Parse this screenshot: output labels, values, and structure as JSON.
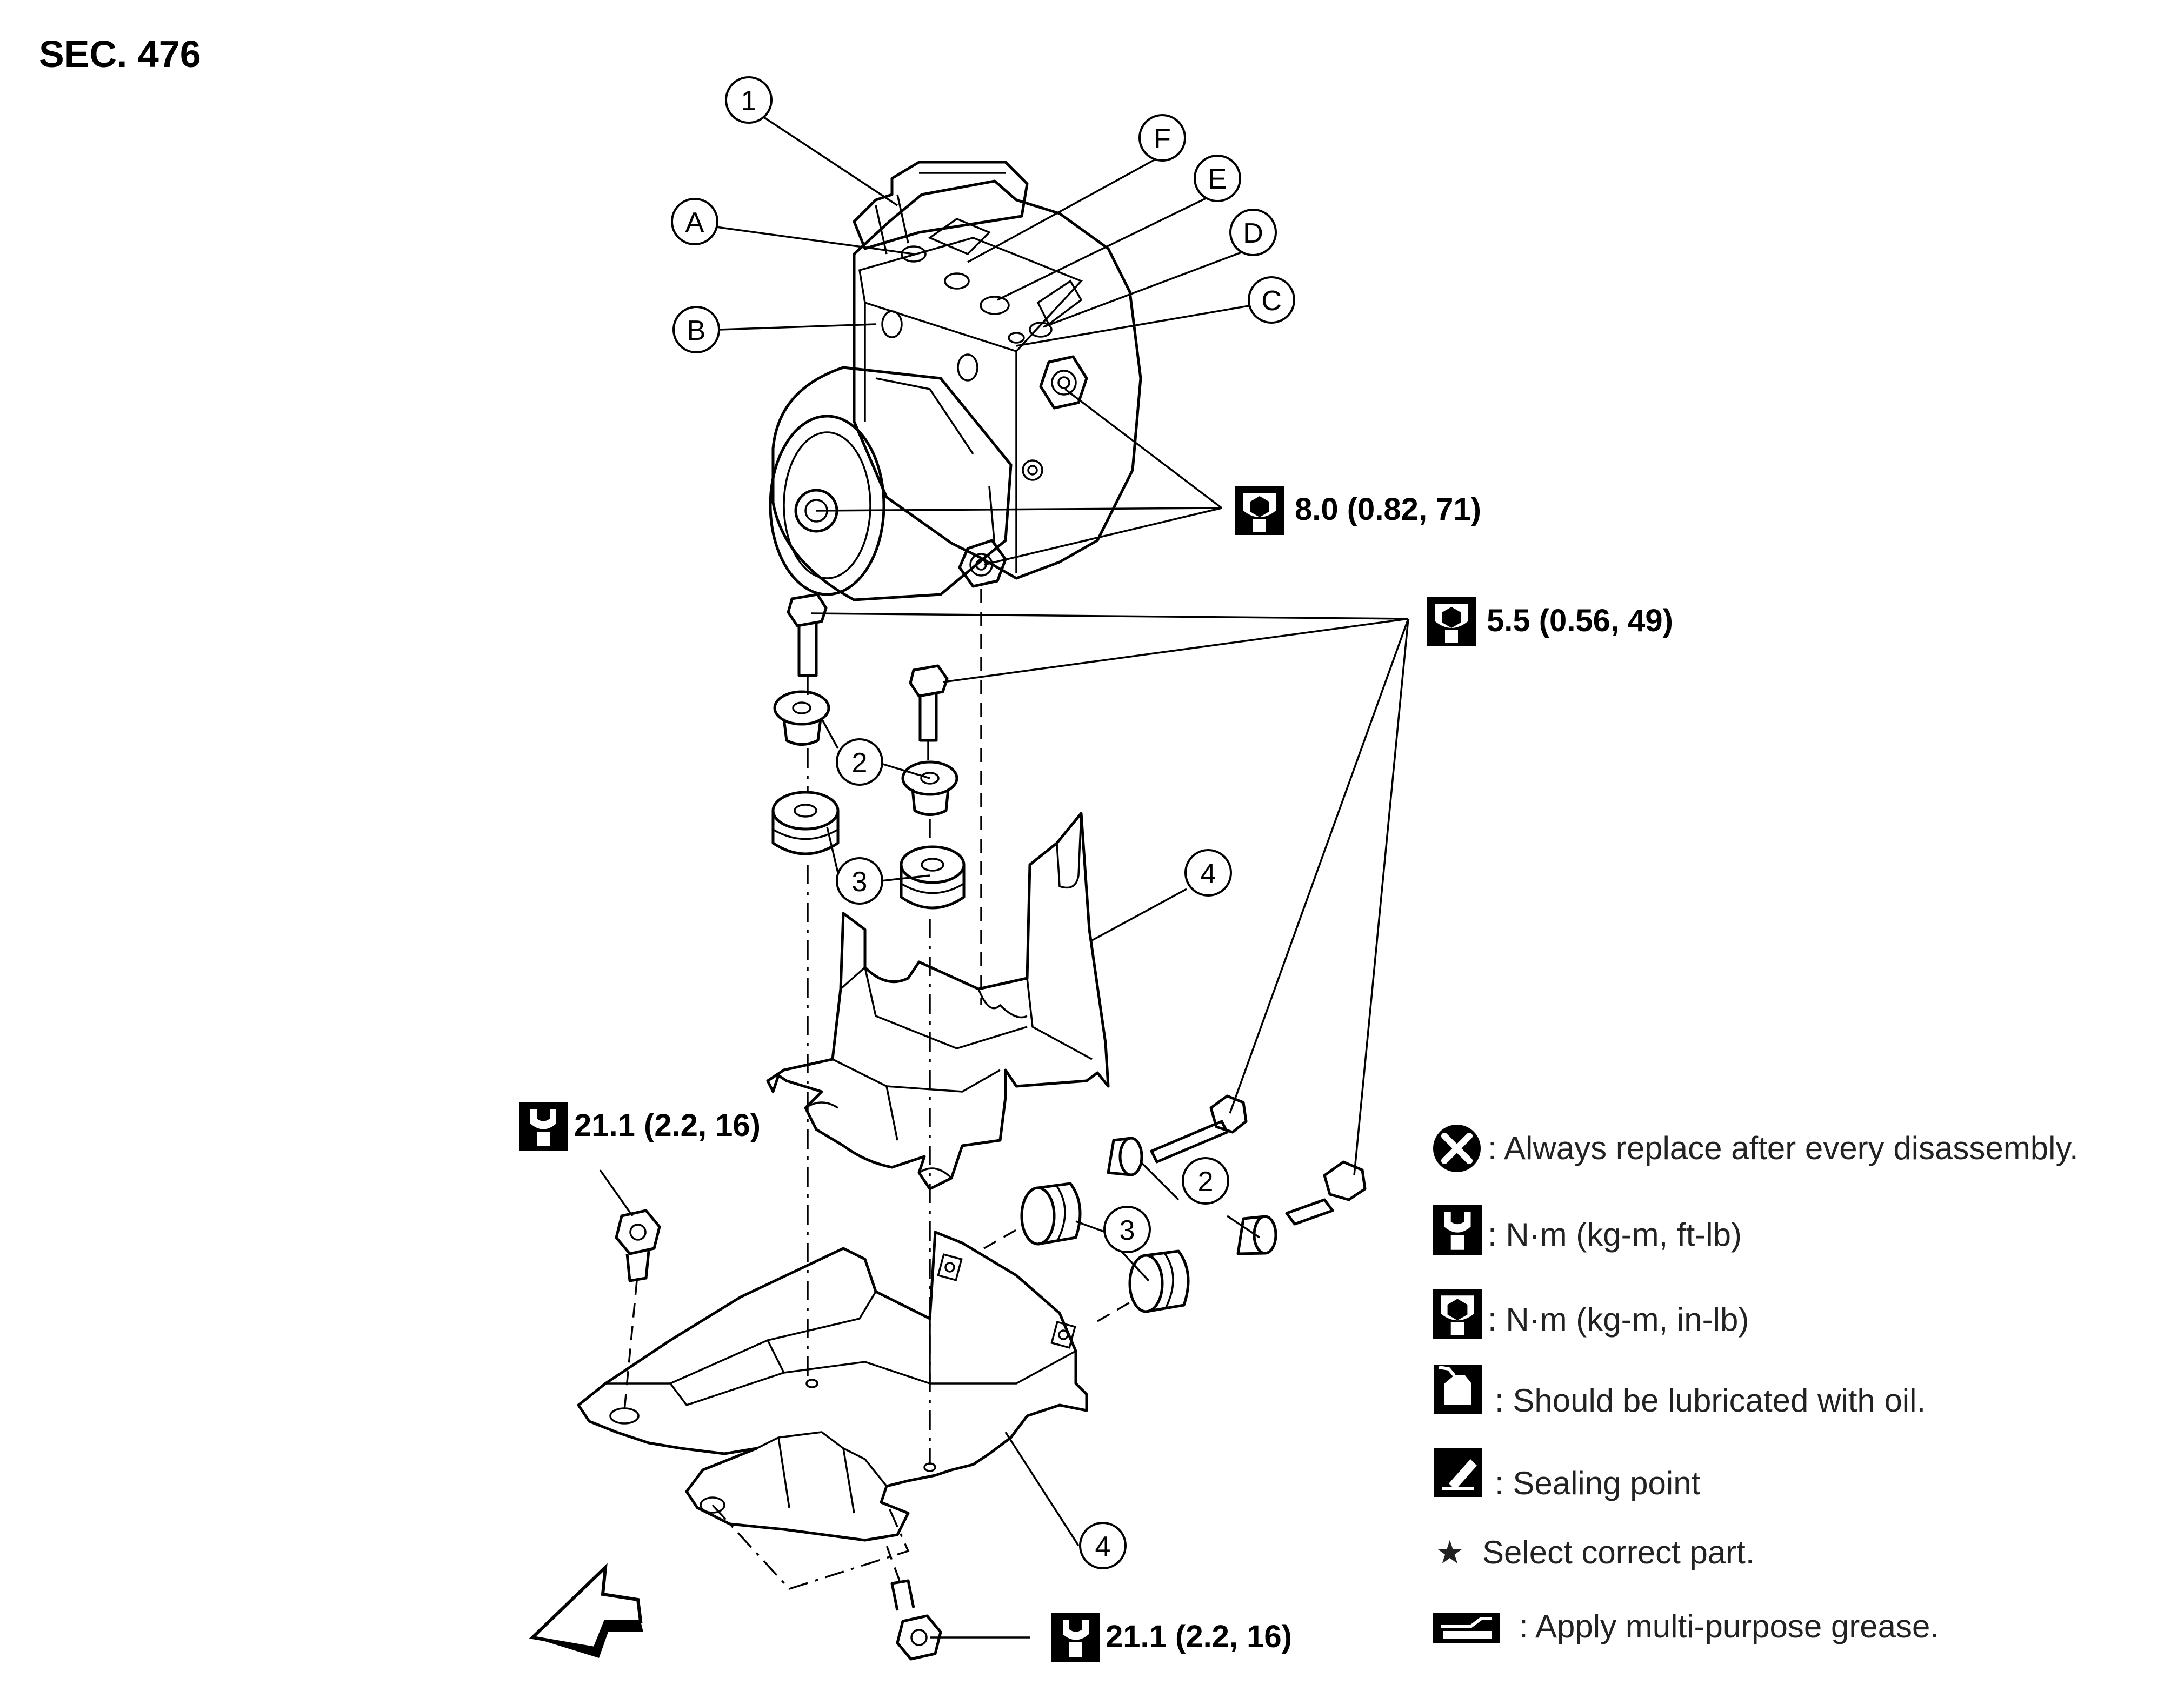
{
  "section": "SEC. 476",
  "callouts": {
    "part1": "1",
    "part2": "2",
    "part3": "3",
    "part4": "4",
    "portA": "A",
    "portB": "B",
    "portC": "C",
    "portD": "D",
    "portE": "E",
    "portF": "F"
  },
  "torque": {
    "actuator_nuts": "8.0 (0.82, 71)",
    "bracket_bolts": "5.5 (0.56, 49)",
    "bracket_bolt_left": "21.1 (2.2, 16)",
    "bracket_bolt_bottom": "21.1 (2.2, 16)"
  },
  "legend": [
    {
      "icon": "always-replace-icon",
      "text": ": Always replace after every disassembly."
    },
    {
      "icon": "torque-ft-lb-icon",
      "text": ": N·m (kg-m, ft-lb)"
    },
    {
      "icon": "torque-in-lb-icon",
      "text": ": N·m (kg-m, in-lb)"
    },
    {
      "icon": "oil-can-icon",
      "text": ": Should be lubricated with oil."
    },
    {
      "icon": "sealing-point-icon",
      "text": ": Sealing point"
    },
    {
      "icon": "star-icon",
      "text": "Select correct part."
    },
    {
      "icon": "grease-icon",
      "text": ": Apply multi-purpose grease."
    }
  ],
  "legend_star": "★",
  "front_arrow_icon": "front-direction-arrow-icon"
}
